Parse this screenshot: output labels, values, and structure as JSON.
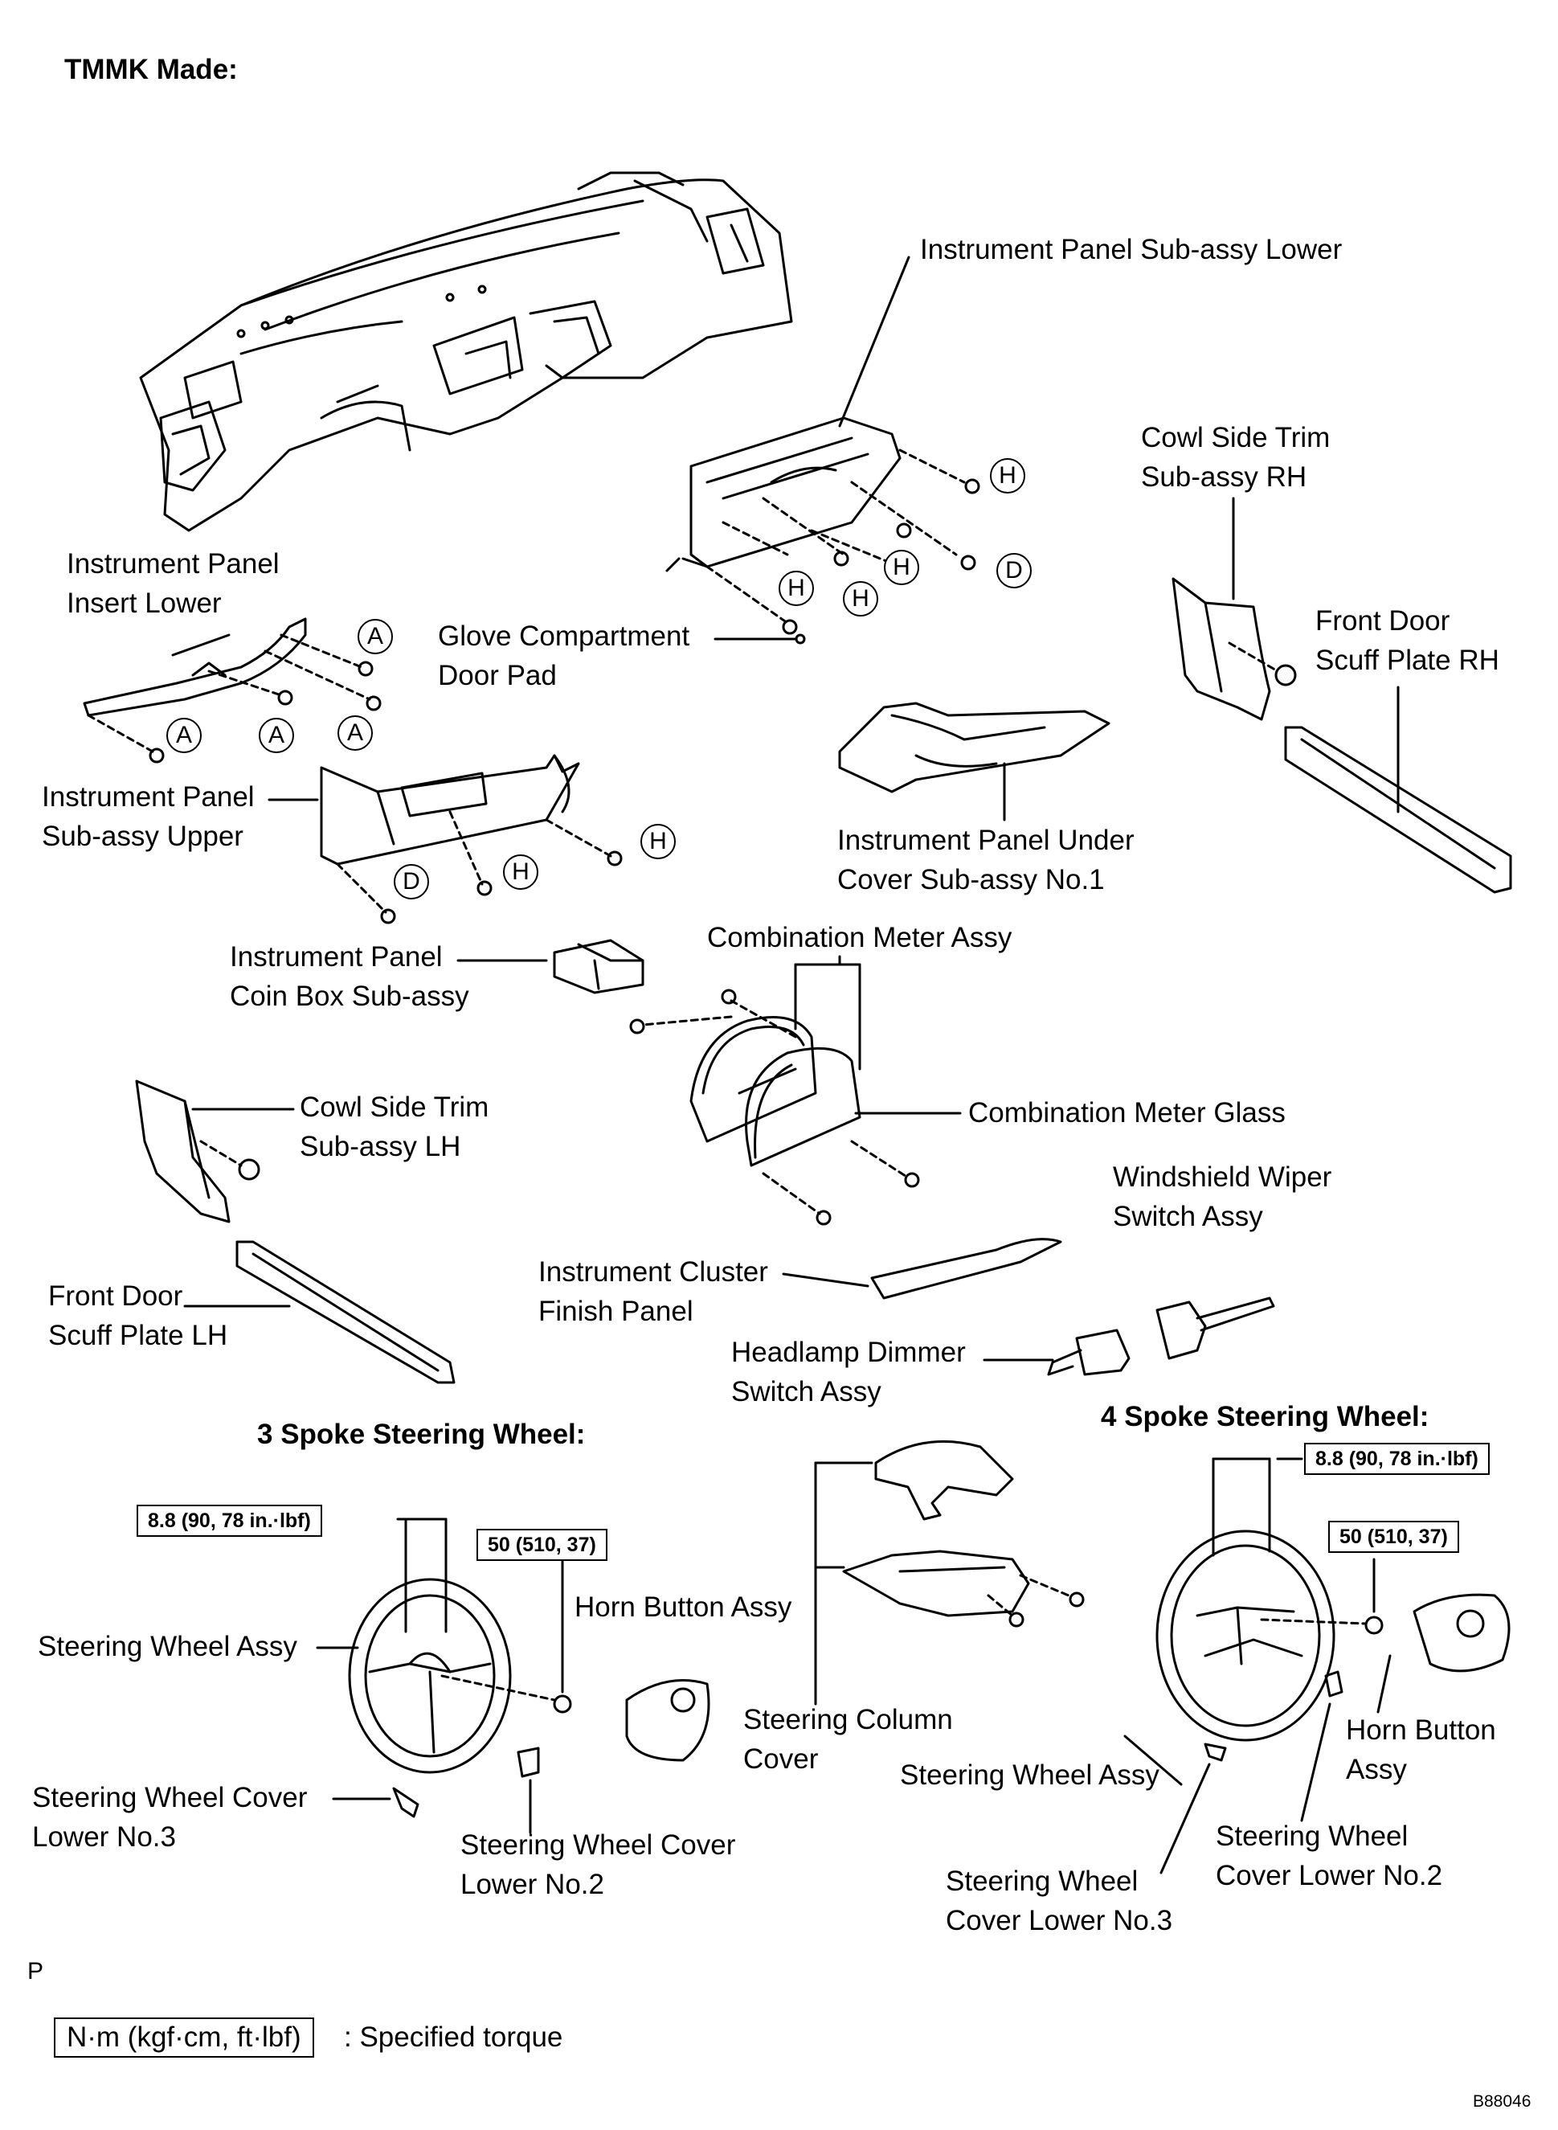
{
  "header": {
    "title": "TMMK Made:"
  },
  "labels": {
    "ip_lower": "Instrument Panel Sub-assy Lower",
    "cowl_rh": "Cowl Side Trim\nSub-assy RH",
    "ip_insert_lower": "Instrument Panel\nInsert Lower",
    "glove_pad": "Glove Compartment\nDoor Pad",
    "scuff_rh": "Front Door\nScuff Plate RH",
    "ip_upper": "Instrument Panel\nSub-assy Upper",
    "under_cover": "Instrument Panel Under\nCover Sub-assy No.1",
    "coin_box": "Instrument Panel\nCoin Box Sub-assy",
    "comb_meter": "Combination Meter Assy",
    "comb_glass": "Combination Meter Glass",
    "cowl_lh": "Cowl Side Trim\nSub-assy LH",
    "wiper_sw": "Windshield Wiper\nSwitch Assy",
    "cluster_panel": "Instrument Cluster\nFinish Panel",
    "scuff_lh": "Front Door\nScuff Plate LH",
    "dimmer_sw": "Headlamp Dimmer\nSwitch Assy",
    "spoke3": "3 Spoke Steering Wheel:",
    "spoke4": "4 Spoke Steering Wheel:",
    "sw_assy_3": "Steering Wheel Assy",
    "horn_3": "Horn Button Assy",
    "col_cover": "Steering Column\nCover",
    "sw_assy_4": "Steering Wheel Assy",
    "horn_4": "Horn Button\nAssy",
    "cover3_left": "Steering Wheel Cover\nLower No.3",
    "cover2_left": "Steering Wheel Cover\nLower No.2",
    "cover2_right": "Steering Wheel\nCover Lower No.2",
    "cover3_right": "Steering Wheel\nCover Lower No.3"
  },
  "torque": {
    "left_small": "8.8 (90, 78 in.·lbf)",
    "left_nut": "50 (510, 37)",
    "right_small": "8.8 (90, 78 in.·lbf)",
    "right_nut": "50 (510, 37)"
  },
  "clip_letters": {
    "a": "A",
    "d": "D",
    "h": "H"
  },
  "footer": {
    "p_mark": "P",
    "legend_unit": "N·m (kgf·cm, ft·lbf)",
    "legend_text": ": Specified torque",
    "figure_id": "B88046"
  }
}
